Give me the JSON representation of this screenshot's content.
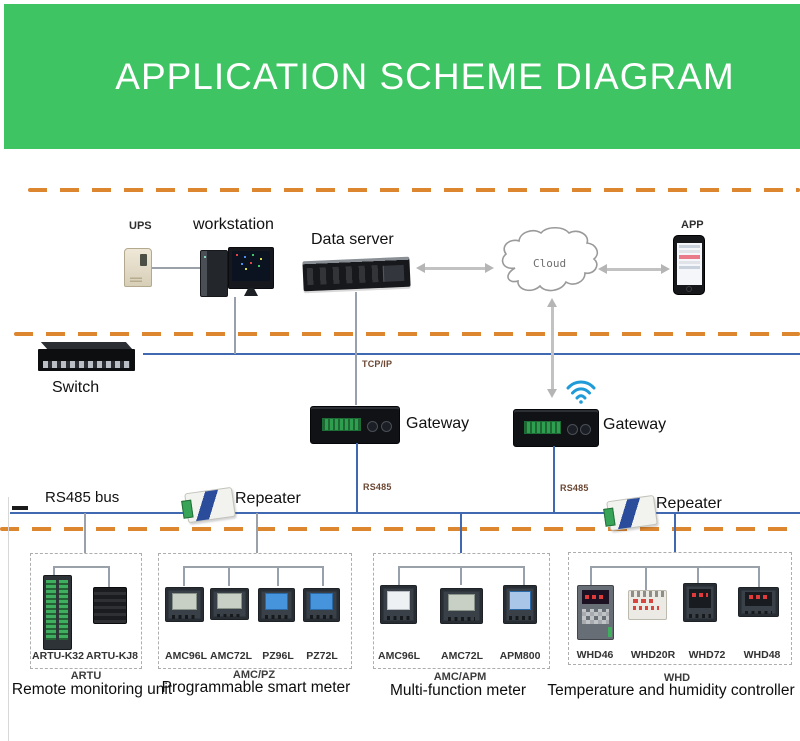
{
  "header": {
    "title": "APPLICATION SCHEME DIAGRAM"
  },
  "colors": {
    "banner_green": "#3ec463",
    "dash_orange": "#dd8630",
    "line_blue": "#4169b2",
    "line_gray": "#9ba1a8",
    "wifi_blue": "#1f9bd7",
    "title_text": "#ffffff"
  },
  "nodes": {
    "ups": {
      "label": "UPS"
    },
    "workstation": {
      "label": "workstation"
    },
    "data_server": {
      "label": "Data server"
    },
    "cloud": {
      "label": "Cloud"
    },
    "app": {
      "label": "APP"
    },
    "switch": {
      "label": "Switch"
    },
    "tcpip": {
      "label": "TCP/IP"
    },
    "gateway_left": {
      "label": "Gateway"
    },
    "gateway_right": {
      "label": "Gateway"
    },
    "rs485_bus": {
      "label": "RS485 bus"
    },
    "rs485_left": {
      "label": "RS485"
    },
    "rs485_right": {
      "label": "RS485"
    },
    "repeater_left": {
      "label": "Repeater"
    },
    "repeater_right": {
      "label": "Repeater"
    }
  },
  "groups": [
    {
      "series": "ARTU",
      "caption": "Remote monitoring unit",
      "devices": [
        "ARTU-K32",
        "ARTU-KJ8"
      ]
    },
    {
      "series": "AMC/PZ",
      "caption": "Programmable smart meter",
      "devices": [
        "AMC96L",
        "AMC72L",
        "PZ96L",
        "PZ72L"
      ]
    },
    {
      "series": "AMC/APM",
      "caption": "Multi-function meter",
      "devices": [
        "AMC96L",
        "AMC72L",
        "APM800"
      ]
    },
    {
      "series": "WHD",
      "caption": "Temperature and humidity controller",
      "devices": [
        "WHD46",
        "WHD20R",
        "WHD72",
        "WHD48"
      ]
    }
  ]
}
